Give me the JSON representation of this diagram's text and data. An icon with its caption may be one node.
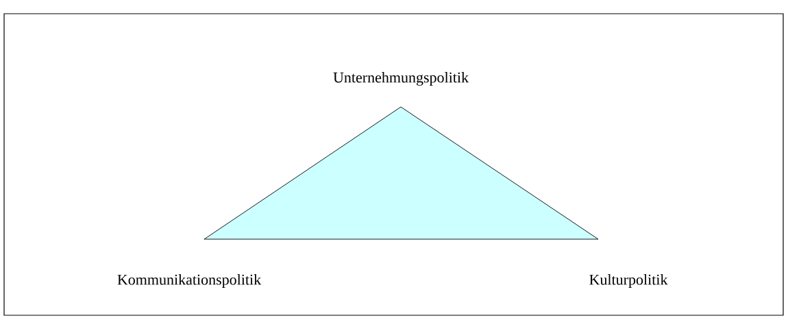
{
  "diagram": {
    "nodes": [
      {
        "text": [],
        "shape": "triangle",
        "beside": [
          "Unternehmungspolitik",
          "Kommunikationspolitik",
          "Kulturpolitik"
        ]
      }
    ]
  }
}
